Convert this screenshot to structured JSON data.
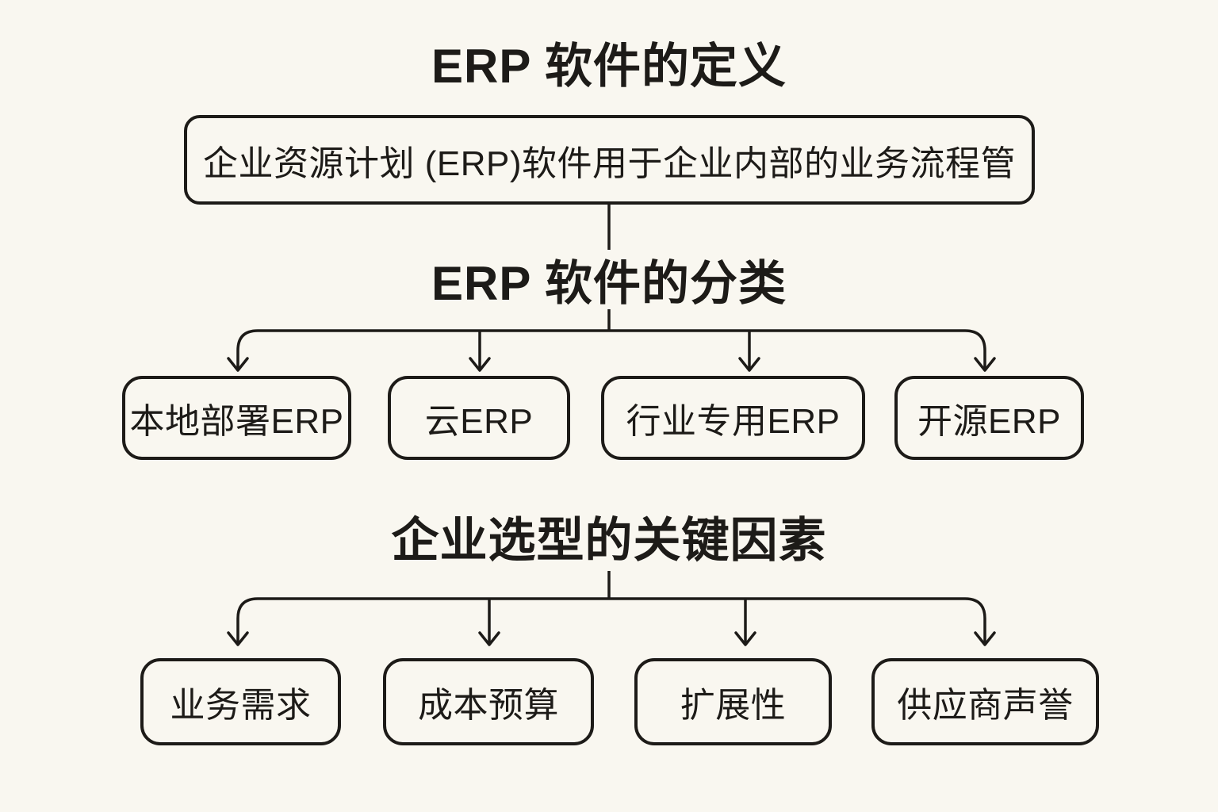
{
  "colors": {
    "background": "#f9f7f0",
    "ink": "#1d1b18"
  },
  "sections": [
    {
      "title": "ERP 软件的定义",
      "definition": "企业资源计划 (ERP)软件用于企业内部的业务流程管"
    },
    {
      "title": "ERP 软件的分类",
      "nodes": [
        {
          "label": "本地部署ERP"
        },
        {
          "label": "云ERP"
        },
        {
          "label": "行业专用ERP"
        },
        {
          "label": "开源ERP"
        }
      ]
    },
    {
      "title": "企业选型的关键因素",
      "nodes": [
        {
          "label": "业务需求"
        },
        {
          "label": "成本预算"
        },
        {
          "label": "扩展性"
        },
        {
          "label": "供应商声誉"
        }
      ]
    }
  ]
}
